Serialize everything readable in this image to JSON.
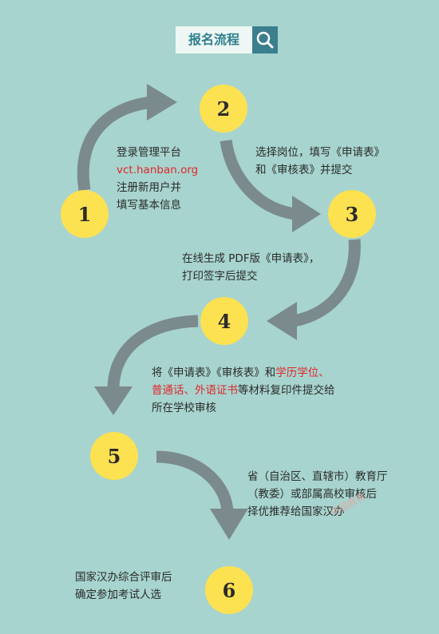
{
  "header": {
    "title": "报名流程",
    "icon": "search-icon"
  },
  "steps": [
    {
      "number": "1"
    },
    {
      "number": "2"
    },
    {
      "number": "3"
    },
    {
      "number": "4"
    },
    {
      "number": "5"
    },
    {
      "number": "6"
    }
  ],
  "texts": {
    "step1": {
      "line1": "登录管理平台",
      "url": "vct.hanban.org",
      "line3": "注册新用户并",
      "line4": "填写基本信息"
    },
    "step2": {
      "line1": "选择岗位，填写《申请表》",
      "line2": "和《审核表》并提交"
    },
    "step3": {
      "line1": "在线生成 PDF版《申请表》，",
      "line2": "打印签字后提交"
    },
    "step4": {
      "part1": "将《申请表》《审核表》和",
      "hl1": "学历学位、",
      "hl2": "普通话、外语证书",
      "part2": "等材料复印件提交给",
      "line3": "所在学校审核"
    },
    "step5": {
      "line1": "省（自治区、直辖市）教育厅",
      "line2": "（教委）或部属高校审核后",
      "line3": "择优推荐给国家汉办"
    },
    "step6": {
      "line1": "国家汉办综合评审后",
      "line2": "确定参加考试人选"
    }
  },
  "watermark": "中国教育",
  "colors": {
    "background": "#a7d4ce",
    "circle": "#fce151",
    "arrow": "#7b8a8c",
    "highlight": "#e0262c",
    "header_dark": "#3b7f8e"
  }
}
